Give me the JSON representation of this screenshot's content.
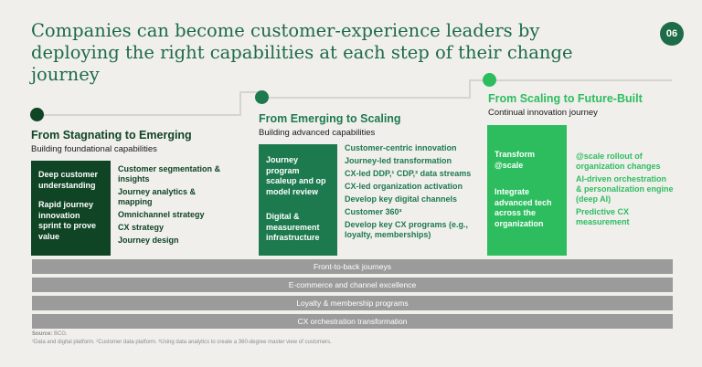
{
  "title": "Companies can become customer-experience leaders by deploying the right capabilities at each step of their change journey",
  "page_number": "06",
  "colors": {
    "dark": "#0f4424",
    "mid": "#1d7a4f",
    "light": "#2dbd5f"
  },
  "stages": [
    {
      "heading": "From Stagnating to Emerging",
      "subheading": "Building foundational capabilities",
      "box": [
        "Deep customer understanding",
        "Rapid journey innovation sprint to prove value"
      ],
      "items": [
        "Customer segmentation & insights",
        "Journey analytics & mapping",
        "Omnichannel strategy",
        "CX strategy",
        "Journey design"
      ]
    },
    {
      "heading": "From Emerging to Scaling",
      "subheading": "Building advanced capabilities",
      "box": [
        "Journey program scaleup and op model review",
        "Digital & measurement infrastructure"
      ],
      "items": [
        "Customer-centric innovation",
        "Journey-led transformation",
        "CX-led DDP,¹ CDP,² data streams",
        "CX-led organization activation",
        "Develop key digital channels",
        "Customer 360³",
        "Develop key CX programs (e.g., loyalty, memberships)"
      ]
    },
    {
      "heading": "From Scaling to Future-Built",
      "subheading": "Continual innovation journey",
      "box": [
        "Transform @scale",
        "Integrate advanced tech across the organization"
      ],
      "items": [
        "@scale rollout of organization changes",
        "AI-driven orchestration & personalization engine (deep AI)",
        "Predictive CX measurement"
      ]
    }
  ],
  "bars": [
    "Front-to-back journeys",
    "E-commerce and channel excellence",
    "Loyalty & membership programs",
    "CX orchestration transformation"
  ],
  "source_label": "Source:",
  "source": "BCG.",
  "footnote": "¹Data and digital platform. ²Customer data platform. ³Using data analytics to create a 360-degree master view of customers."
}
